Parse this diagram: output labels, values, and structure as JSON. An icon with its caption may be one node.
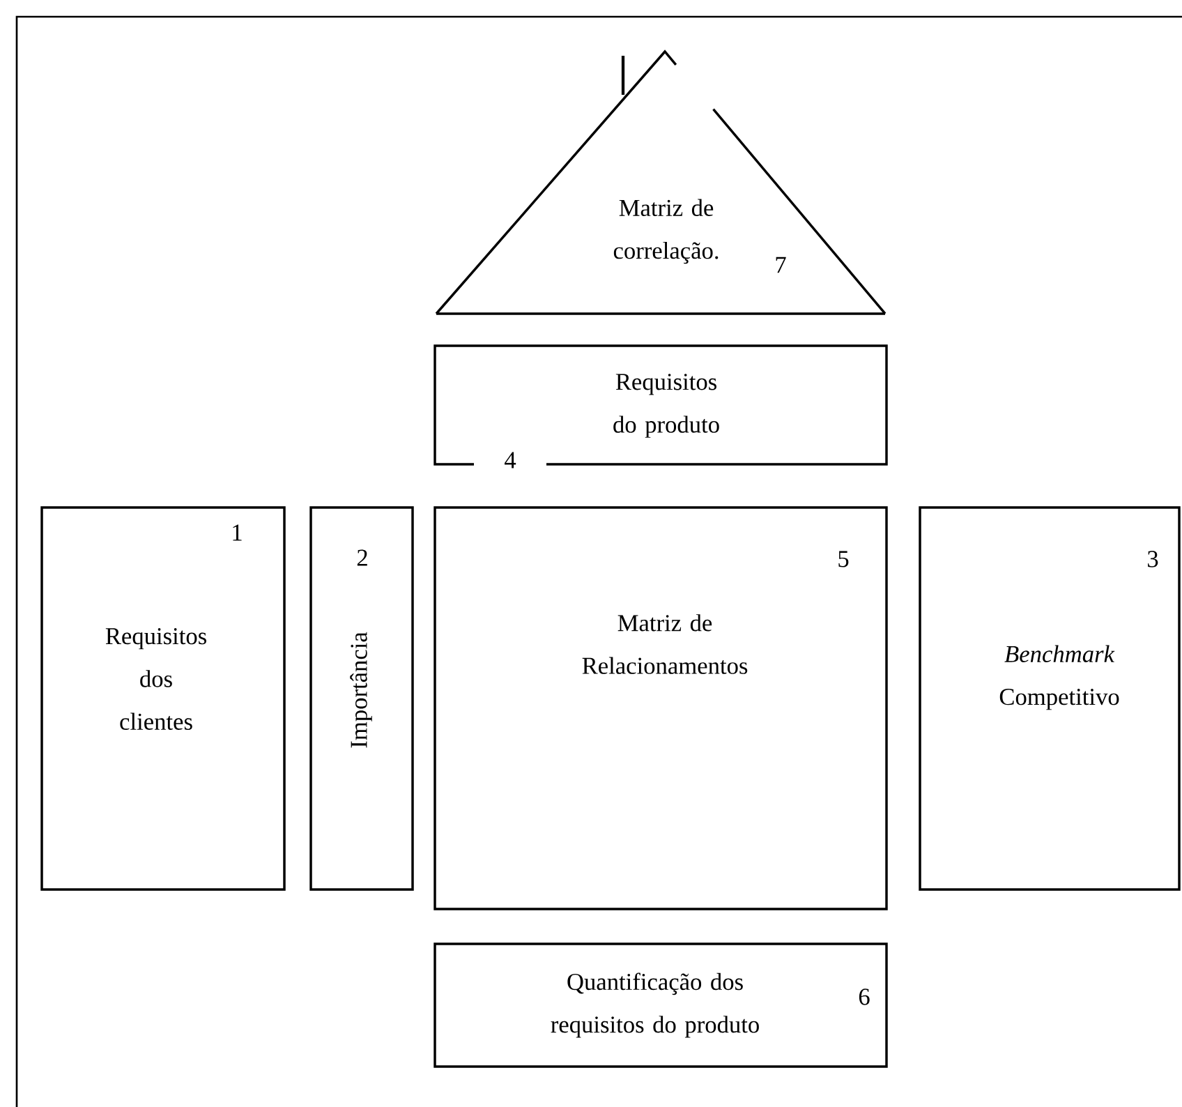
{
  "diagram": {
    "nodes": [
      {
        "text": [
          "Matriz de correlação.",
          "7"
        ]
      },
      {
        "text": [
          "Requisitos do produto",
          "4"
        ]
      },
      {
        "text": [
          "1",
          "Requisitos dos clientes"
        ]
      },
      {
        "text": [
          "2",
          "Importância"
        ]
      },
      {
        "text": [
          "5",
          "Matriz de Relacionamentos"
        ]
      },
      {
        "text": [
          "3",
          "*Benchmark* Competitivo"
        ]
      },
      {
        "text": [
          "Quantificação dos requisitos do produto",
          "6"
        ]
      }
    ]
  }
}
